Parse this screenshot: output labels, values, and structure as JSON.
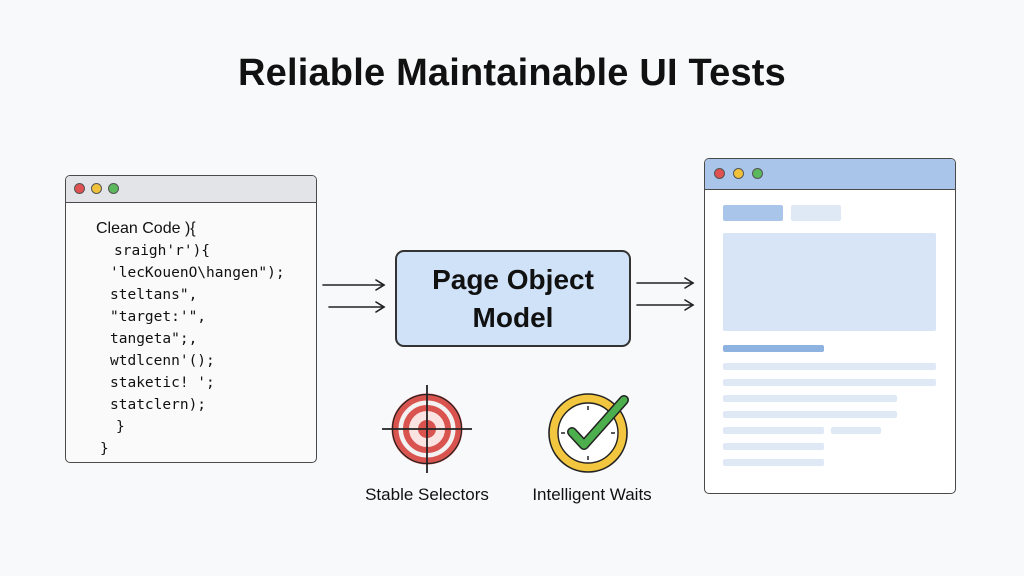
{
  "title": "Reliable Maintainable UI Tests",
  "code_window": {
    "lines": [
      "Clean Code ){",
      "sraigh'r'){",
      "'lecKouenO\\hangen\");",
      "steltans\",",
      "\"target:'\",",
      "tangeta\";,",
      "wtdlcenn'();",
      "staketic! ';",
      "statclern);",
      "}",
      "}"
    ]
  },
  "center_box": {
    "label": "Page Object Model"
  },
  "features": [
    {
      "icon": "target-icon",
      "label": "Stable Selectors"
    },
    {
      "icon": "clock-check-icon",
      "label": "Intelligent Waits"
    }
  ],
  "colors": {
    "background": "#f8f9fa",
    "pom_fill": "#cfe2f8",
    "browser_bar": "#a9c6ea",
    "target_red": "#d9534f",
    "clock_yellow": "#f3c640",
    "check_green": "#4cae4c"
  }
}
